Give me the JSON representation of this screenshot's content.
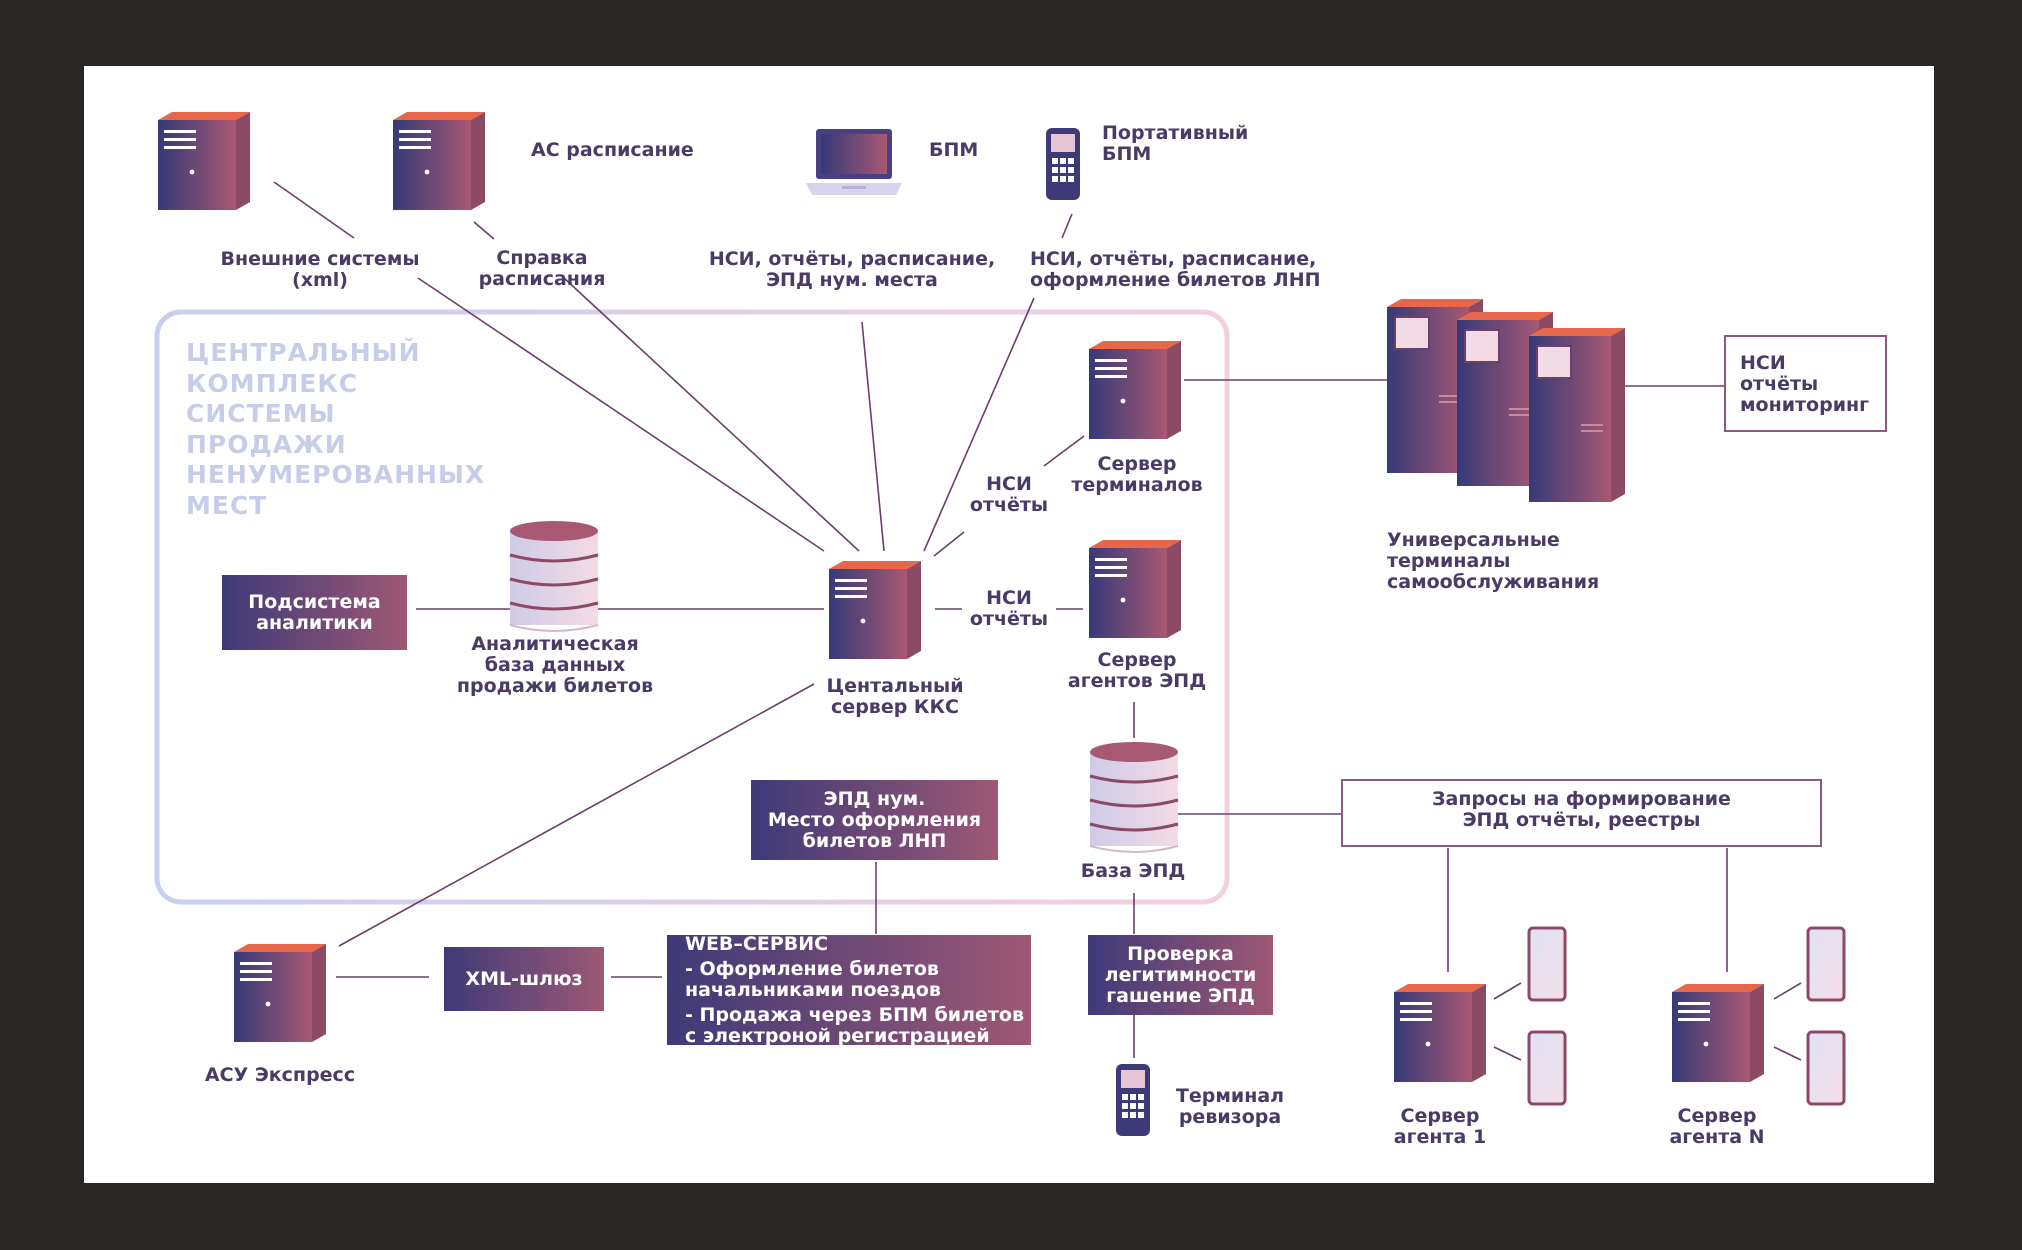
{
  "zone_title": [
    "ЦЕНТРАЛЬНЫЙ",
    "КОМПЛЕКС",
    "СИСТЕМЫ",
    "ПРОДАЖИ",
    "НЕНУМЕРОВАННЫХ",
    "МЕСТ"
  ],
  "labels": {
    "as_schedule": "АС расписание",
    "bpm": "БПМ",
    "portable_bpm": [
      "Портативный",
      "БПМ"
    ],
    "external": [
      "Внешние системы",
      "(xml)"
    ],
    "schedule_ref": [
      "Справка",
      "расписания"
    ],
    "nsi_bpm": [
      "НСИ, отчёты, расписание,",
      "ЭПД нум. места"
    ],
    "nsi_portable": [
      "НСИ, отчёты, расписание,",
      "оформление билетов ЛНП"
    ],
    "terminal_server": [
      "Сервер",
      "терминалов"
    ],
    "nsi_reports_1": [
      "НСИ",
      "отчёты"
    ],
    "nsi_reports_2": [
      "НСИ",
      "отчёты"
    ],
    "agents_server": [
      "Сервер",
      "агентов ЭПД"
    ],
    "central_server": [
      "Центальный",
      "сервер ККС"
    ],
    "analytics_db": [
      "Аналитическая",
      "база данных",
      "продажи билетов"
    ],
    "epd_db": "База ЭПД",
    "universal_terminals": [
      "Универсальные",
      "терминалы",
      "самообслуживания"
    ],
    "asu_express": "АСУ Экспресс",
    "inspector_terminal": [
      "Терминал",
      "ревизора"
    ],
    "agent_1": [
      "Сервер",
      "агента 1"
    ],
    "agent_n": [
      "Сервер",
      "агента N"
    ]
  },
  "boxes": {
    "analytics_subsystem": [
      "Подсистема",
      "аналитики"
    ],
    "epd_place": [
      "ЭПД нум.",
      "Место оформления",
      "билетов ЛНП"
    ],
    "xml_gateway": "XML-шлюз",
    "web_service_title": "WEB–СЕРВИС",
    "web_service_item1": [
      "- Оформление билетов",
      "начальниками поездов"
    ],
    "web_service_item2": [
      "- Продажа через БПМ билетов",
      "с электроной регистрацией"
    ],
    "legitimacy": [
      "Проверка",
      "легитимности",
      "гашение ЭПД"
    ],
    "nsi_monitoring": [
      "НСИ",
      "отчёты",
      "мониторинг"
    ],
    "requests": [
      "Запросы на формирование",
      "ЭПД отчёты, реестры"
    ]
  },
  "colors": {
    "accent_dark": "#3e3a78",
    "accent_rose": "#9d5874",
    "orange": "#e8664a",
    "text": "#4a3a66"
  }
}
